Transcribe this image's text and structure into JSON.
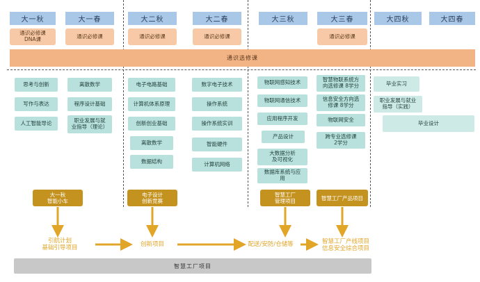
{
  "semesters": [
    "大一秋",
    "大一春",
    "大二秋",
    "大二春",
    "大三秋",
    "大三春",
    "大四秋",
    "大四春"
  ],
  "required_top": {
    "y1_fall": "通识必修课\nDNA课",
    "y1_spring": "通识必修课",
    "y2_fall": "通识必修课",
    "y2_spring": "通识必修课",
    "y3_spring": "通识必修课"
  },
  "general_elective_band": "通识选修课",
  "courses": {
    "y1_fall": [
      "思考与创新",
      "写作与表达",
      "人工智能导论"
    ],
    "y1_spring": [
      "离散数学",
      "程序设计基础",
      "职业发展与就\n业指导（理论）"
    ],
    "y2_fall": [
      "电子电路基础",
      "计算机体系原理",
      "创新创业基础",
      "离散数学",
      "数据结构"
    ],
    "y2_spring": [
      "数字电子技术",
      "操作系统",
      "操作系统实训",
      "智能硬件",
      "计算机网络"
    ],
    "y3_fall": [
      "物联网感知技术",
      "物联网通信技术",
      "应用程序开发",
      "产品设计",
      "大数据分析\n及可视化",
      "数据库系统与应\n用"
    ],
    "y3_spring": [
      "智慧物联系统方\n向选修课 8学分",
      "信息安全方向选\n修课 8学分",
      "物联网安全",
      "跨专业选修课\n2学分"
    ],
    "y4": [
      "毕业实习",
      "职业发展与就业\n指导（实践）",
      "毕业设计"
    ]
  },
  "projects": {
    "y1": "大一秋\n智能小车",
    "y2": "电子设计\n创新竞赛",
    "y3_fall": "智慧工厂\n管理项目",
    "y3_spring": "智慧工厂产品项目"
  },
  "flow": {
    "start": "引航计划\n基础引导项目",
    "innovation": "创新项目",
    "distribution": "配送/安防/仓储等",
    "final": "智慧工厂产线项目\n信息安全综合项目"
  },
  "bottom_bar": "智慧工厂项目",
  "colors": {
    "semester": "#a9c7e6",
    "required": "#f7c9a6",
    "band": "#f2b485",
    "course_green": "#b8e0dc",
    "course_light": "#cdeae6",
    "project": "#c4921f",
    "arrow": "#e1a528",
    "bottom": "#c8c8c8"
  }
}
